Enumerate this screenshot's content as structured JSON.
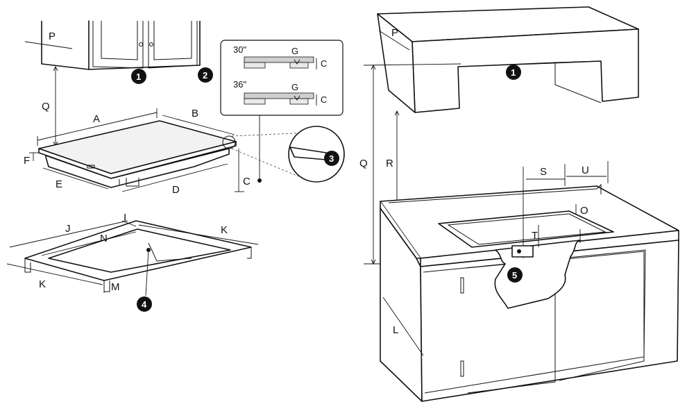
{
  "left_diagram": {
    "dimensions": [
      "P",
      "Q",
      "A",
      "B",
      "F",
      "E",
      "D",
      "C",
      "J",
      "I",
      "N",
      "K",
      "K2",
      "M"
    ],
    "dimension_labels": {
      "P": "P",
      "Q": "Q",
      "A": "A",
      "B": "B",
      "F": "F",
      "E": "E",
      "D": "D",
      "C": "C",
      "J": "J",
      "I": "I",
      "N": "N",
      "K": "K",
      "K2": "K",
      "M": "M"
    },
    "callouts": {
      "c1": "1",
      "c2": "2",
      "c3": "3",
      "c4": "4"
    }
  },
  "inset": {
    "row1_angle": "30\"",
    "row1_g": "G",
    "row1_c": "C",
    "row2_angle": "36\"",
    "row2_g": "G",
    "row2_c": "C"
  },
  "right_diagram": {
    "dimension_labels": {
      "P": "P",
      "Q": "Q",
      "R": "R",
      "S": "S",
      "U": "U",
      "O": "O",
      "T": "T",
      "L": "L"
    },
    "callouts": {
      "c1": "1",
      "c5": "5"
    }
  }
}
